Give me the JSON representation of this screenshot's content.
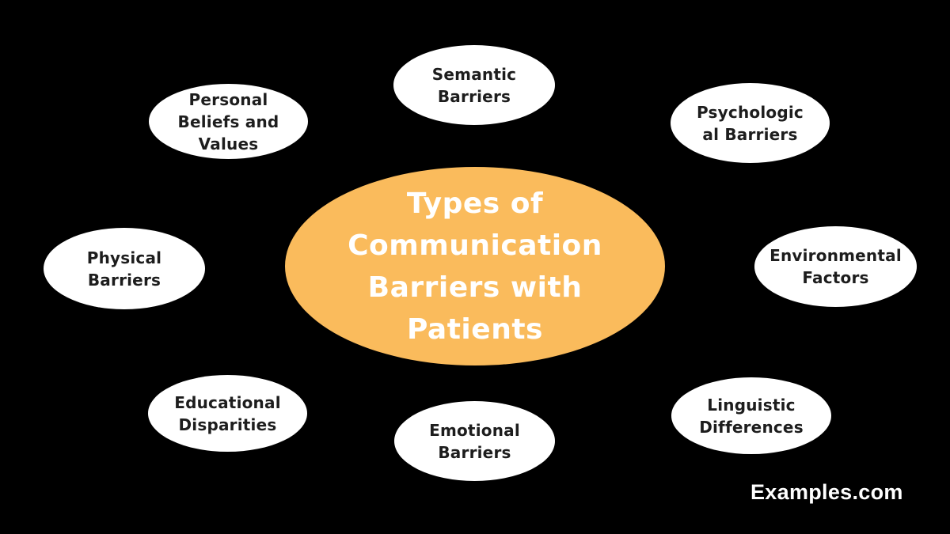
{
  "center": {
    "label": "Types of Communication Barriers with Patients",
    "lines": [
      "Types of",
      "Communication",
      "Barriers with",
      "Patients"
    ]
  },
  "nodes": [
    {
      "id": "semantic-barriers",
      "label": "Semantic Barriers",
      "lines": [
        "Semantic",
        "Barriers"
      ]
    },
    {
      "id": "personal-beliefs-values",
      "label": "Personal Beliefs and Values",
      "lines": [
        "Personal",
        "Beliefs and",
        "Values"
      ]
    },
    {
      "id": "psychological-barriers",
      "label": "Psychological Barriers",
      "lines": [
        "Psychologic",
        "al Barriers"
      ]
    },
    {
      "id": "environmental-factors",
      "label": "Environmental Factors",
      "lines": [
        "Environmental",
        "Factors"
      ]
    },
    {
      "id": "linguistic-differences",
      "label": "Linguistic Differences",
      "lines": [
        "Linguistic",
        "Differences"
      ]
    },
    {
      "id": "emotional-barriers",
      "label": "Emotional Barriers",
      "lines": [
        "Emotional",
        "Barriers"
      ]
    },
    {
      "id": "educational-disparities",
      "label": "Educational Disparities",
      "lines": [
        "Educational",
        "Disparities"
      ]
    },
    {
      "id": "physical-barriers",
      "label": "Physical Barriers",
      "lines": [
        "Physical",
        "Barriers"
      ]
    }
  ],
  "connectors": [
    {
      "icon": "arrow-up-icon",
      "direction": "up",
      "target": "semantic-barriers"
    },
    {
      "icon": "arrow-up-left-icon",
      "direction": "up-left",
      "target": "personal-beliefs-values"
    },
    {
      "icon": "arrow-up-right-icon",
      "direction": "up-right",
      "target": "psychological-barriers"
    },
    {
      "icon": "arrow-right-icon",
      "direction": "right",
      "target": "environmental-factors"
    },
    {
      "icon": "arrow-down-right-icon",
      "direction": "down-right",
      "target": "linguistic-differences"
    },
    {
      "icon": "arrow-down-icon",
      "direction": "down",
      "target": "emotional-barriers"
    },
    {
      "icon": "arrow-down-left-icon",
      "direction": "down-left",
      "target": "educational-disparities"
    },
    {
      "icon": "arrow-left-icon",
      "direction": "left",
      "target": "physical-barriers"
    }
  ],
  "watermark": "Examples.com",
  "colors": {
    "background": "#000000",
    "center_fill": "#FABB5C",
    "center_text": "#FFFFFF",
    "node_fill": "#FFFFFF",
    "node_text": "#1D1D1D",
    "arrow": "#FFFFFF"
  }
}
